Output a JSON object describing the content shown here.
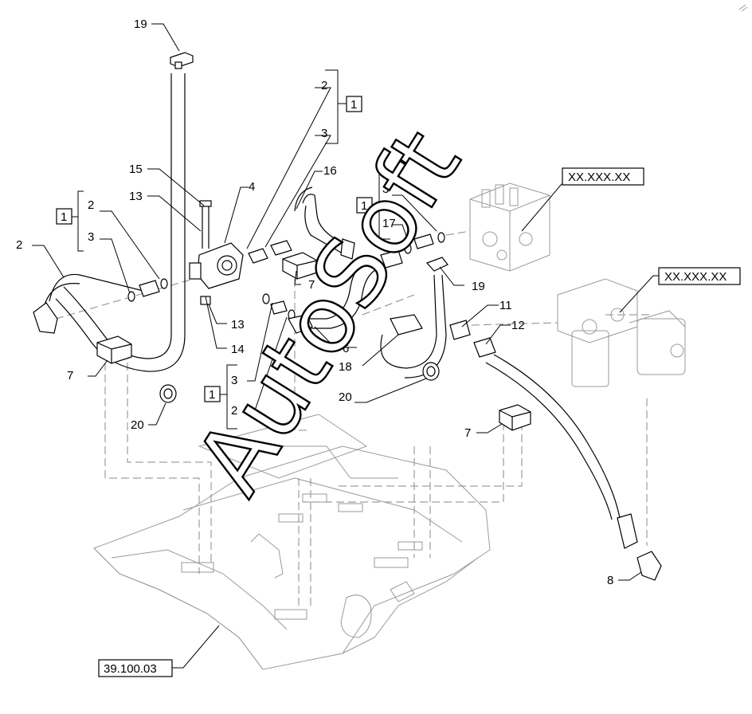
{
  "watermark": "AutoSoft",
  "ref_boxes": [
    "XX.XXX.XX",
    "XX.XXX.XX",
    "39.100.03"
  ],
  "group_numbers": [
    "1",
    "1",
    "1",
    "1"
  ],
  "callouts": [
    "19",
    "2",
    "3",
    "15",
    "16",
    "4",
    "13",
    "2",
    "3",
    "2",
    "3",
    "17",
    "7",
    "13",
    "14",
    "19",
    "11",
    "12",
    "6",
    "18",
    "7",
    "3",
    "2",
    "20",
    "20",
    "7",
    "8"
  ],
  "colors": {
    "line": "#000000",
    "ghost": "#9a9a9a",
    "background": "#ffffff"
  }
}
